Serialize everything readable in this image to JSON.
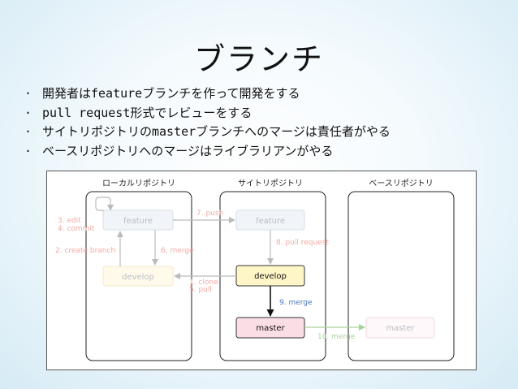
{
  "slide": {
    "title": "ブランチ",
    "bullets": [
      "開発者はfeatureブランチを作って開発をする",
      "pull request形式でレビューをする",
      "サイトリポジトリのmasterブランチへのマージは責任者がやる",
      "ベースリポジトリへのマージはライブラリアンがやる"
    ]
  },
  "diagram": {
    "repos": {
      "local": "ローカルリポジトリ",
      "site": "サイトリポジトリ",
      "base": "ベースリポジトリ"
    },
    "boxes": {
      "local_feature": "feature",
      "local_develop": "develop",
      "site_feature": "feature",
      "site_develop": "develop",
      "site_master": "master",
      "base_master": "master"
    },
    "steps": {
      "s1": "1. clone",
      "s2": "2. create branch",
      "s3": "3. edit",
      "s4": "4. commit",
      "s5": "5. pull",
      "s6": "6. merge",
      "s7": "7. push",
      "s8": "8. pull request",
      "s9": "9. merge",
      "s10": "10. merge"
    },
    "colors": {
      "faded_step": "#f4a9a2",
      "highlight_step": "#4a7ab5",
      "base_merge": "#a6d49a",
      "develop_fill": "#fff6c8",
      "master_fill": "#fbdde6"
    }
  }
}
